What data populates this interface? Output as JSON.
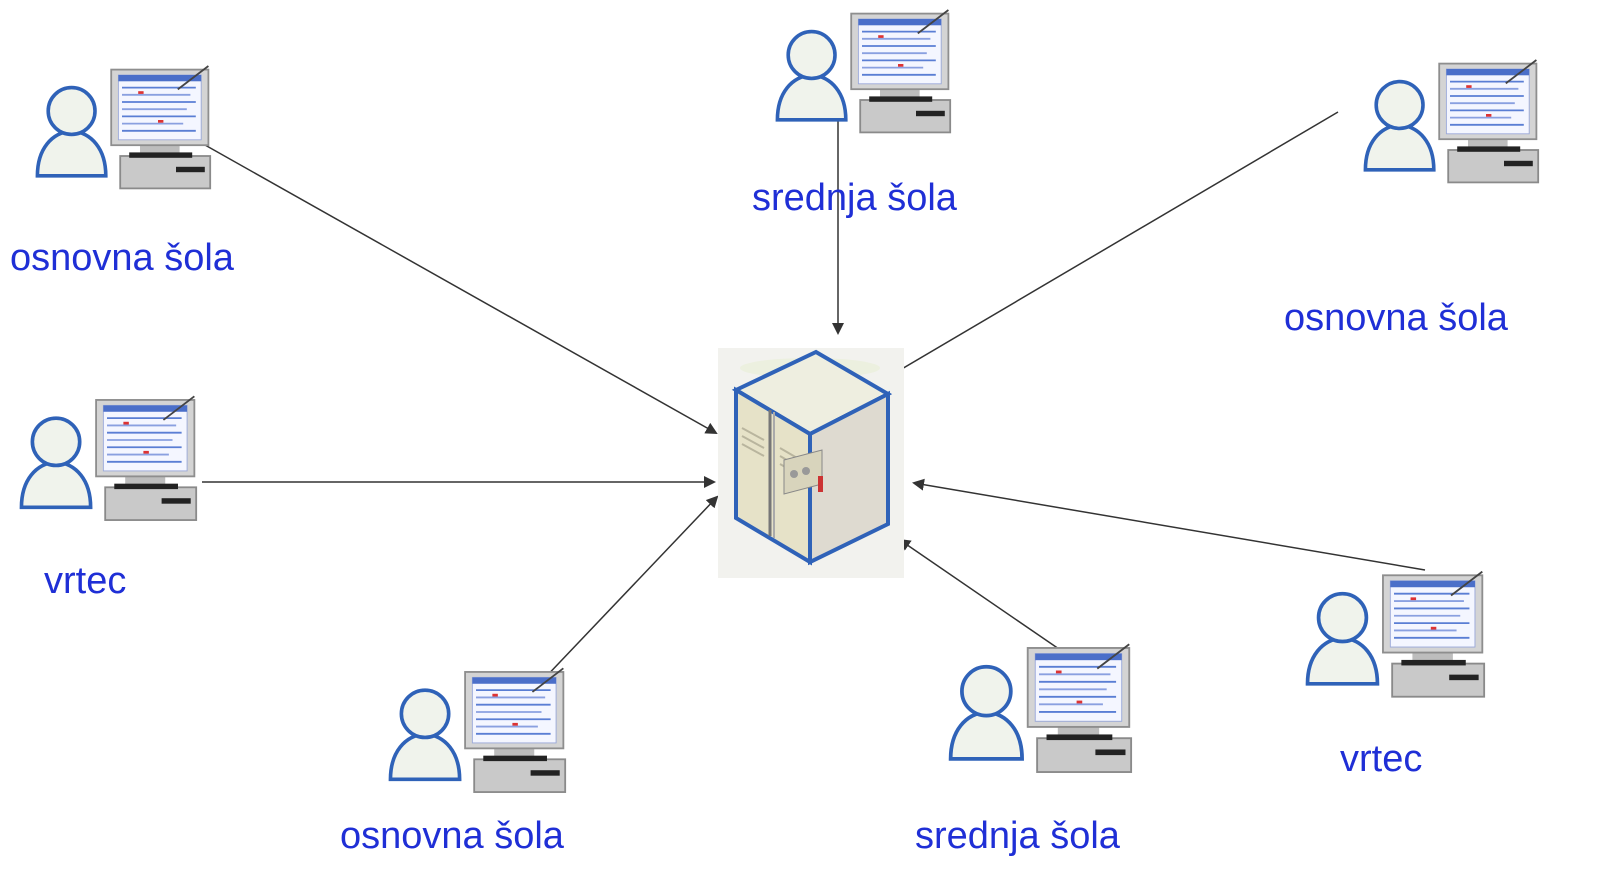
{
  "colors": {
    "label": "#1f2fd6",
    "connector": "#333333",
    "server_body": "#ece9d3",
    "monitor": "#cfcfcf",
    "screen": "#f4f6ff",
    "user_outline": "#2f62b8"
  },
  "server": {
    "icon": "server-icon"
  },
  "clients": [
    {
      "id": "client-1",
      "label": "osnovna šola",
      "icon": "workstation-user-icon"
    },
    {
      "id": "client-2",
      "label": "srednja šola",
      "icon": "workstation-user-icon"
    },
    {
      "id": "client-3",
      "label": "osnovna šola",
      "icon": "workstation-user-icon"
    },
    {
      "id": "client-4",
      "label": "vrtec",
      "icon": "workstation-user-icon"
    },
    {
      "id": "client-5",
      "label": "osnovna šola",
      "icon": "workstation-user-icon"
    },
    {
      "id": "client-6",
      "label": "srednja šola",
      "icon": "workstation-user-icon"
    },
    {
      "id": "client-7",
      "label": "vrtec",
      "icon": "workstation-user-icon"
    }
  ]
}
